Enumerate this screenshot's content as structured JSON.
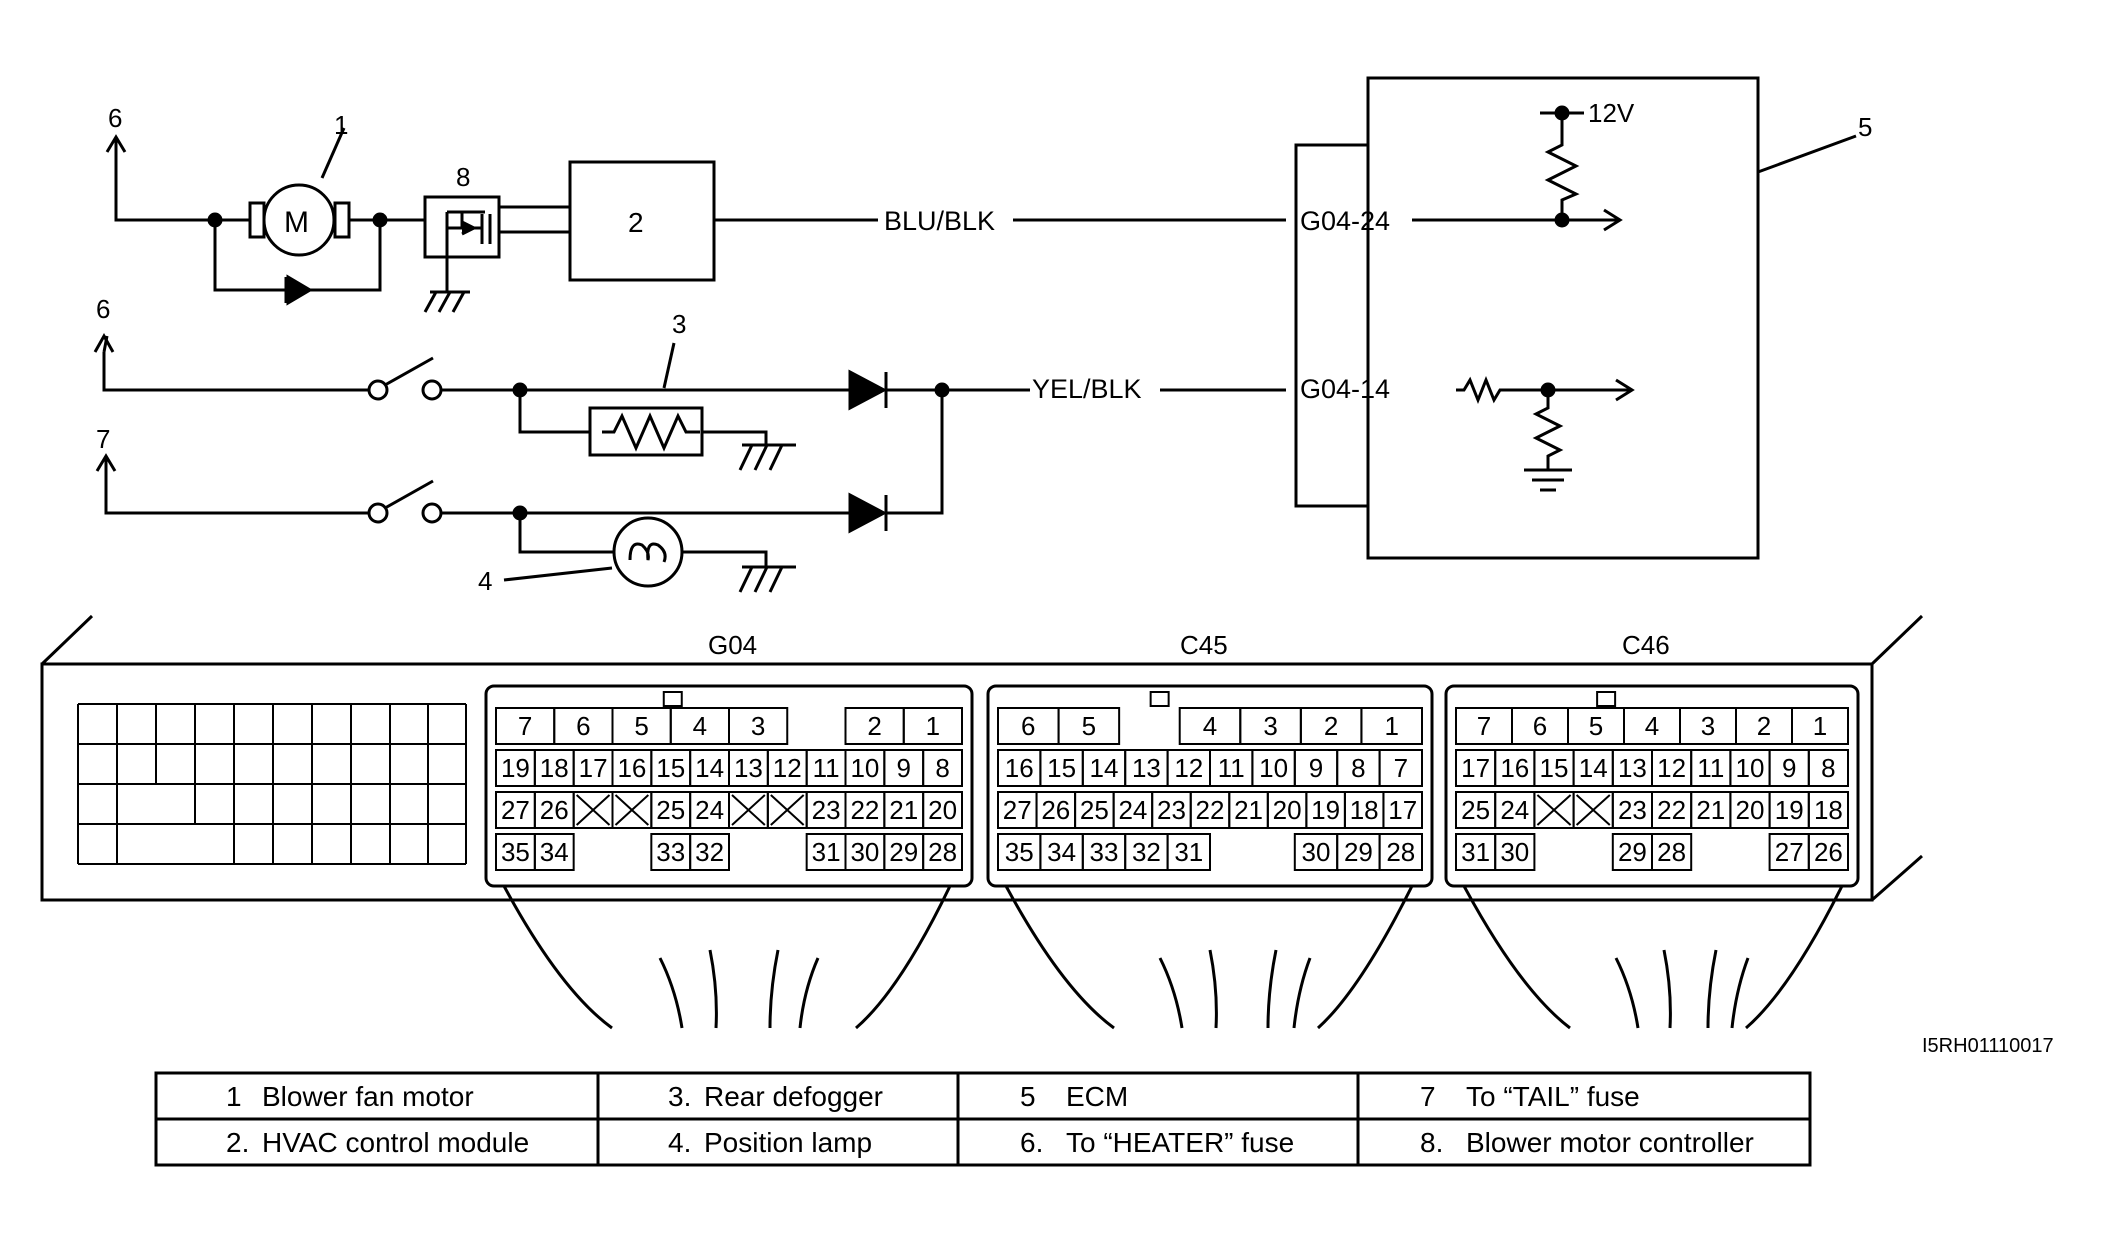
{
  "callouts": {
    "c1": "1",
    "c2": "2",
    "c3": "3",
    "c4": "4",
    "c5": "5",
    "c6a": "6",
    "c6b": "6",
    "c7": "7",
    "c8": "8"
  },
  "motor_symbol": "M",
  "supply_label": "12V",
  "wires": {
    "blower": "BLU/BLK",
    "defogger": "YEL/BLK"
  },
  "ecm_terminals": {
    "t24": "G04-24",
    "t14": "G04-14"
  },
  "image_code": "I5RH01110017",
  "connectors": [
    {
      "name": "G04",
      "rows": [
        [
          "7",
          "6",
          "5",
          "4",
          "3",
          "",
          "2",
          "1"
        ],
        [
          "19",
          "18",
          "17",
          "16",
          "15",
          "14",
          "13",
          "12",
          "11",
          "10",
          "9",
          "8"
        ],
        [
          "27",
          "26",
          "X",
          "X",
          "25",
          "24",
          "X",
          "X",
          "23",
          "22",
          "21",
          "20"
        ],
        [
          "35",
          "34",
          "",
          "",
          "33",
          "32",
          "",
          "",
          "31",
          "30",
          "29",
          "28"
        ]
      ]
    },
    {
      "name": "C45",
      "rows": [
        [
          "6",
          "5",
          "",
          "4",
          "3",
          "2",
          "1"
        ],
        [
          "16",
          "15",
          "14",
          "13",
          "12",
          "11",
          "10",
          "9",
          "8",
          "7"
        ],
        [
          "27",
          "26",
          "25",
          "24",
          "23",
          "22",
          "21",
          "20",
          "19",
          "18",
          "17"
        ],
        [
          "35",
          "34",
          "33",
          "32",
          "31",
          "",
          "",
          "30",
          "29",
          "28"
        ]
      ]
    },
    {
      "name": "C46",
      "rows": [
        [
          "7",
          "6",
          "5",
          "4",
          "3",
          "2",
          "1"
        ],
        [
          "17",
          "16",
          "15",
          "14",
          "13",
          "12",
          "11",
          "10",
          "9",
          "8"
        ],
        [
          "25",
          "24",
          "X",
          "X",
          "23",
          "22",
          "21",
          "20",
          "19",
          "18"
        ],
        [
          "31",
          "30",
          "",
          "",
          "29",
          "28",
          "",
          "",
          "27",
          "26"
        ]
      ]
    }
  ],
  "legend": [
    [
      "1",
      "Blower fan motor",
      "3.",
      "Rear defogger",
      "5",
      "ECM",
      "7",
      "To “TAIL” fuse"
    ],
    [
      "2.",
      "HVAC control module",
      "4.",
      "Position lamp",
      "6.",
      "To “HEATER” fuse",
      "8.",
      "Blower motor controller"
    ]
  ]
}
